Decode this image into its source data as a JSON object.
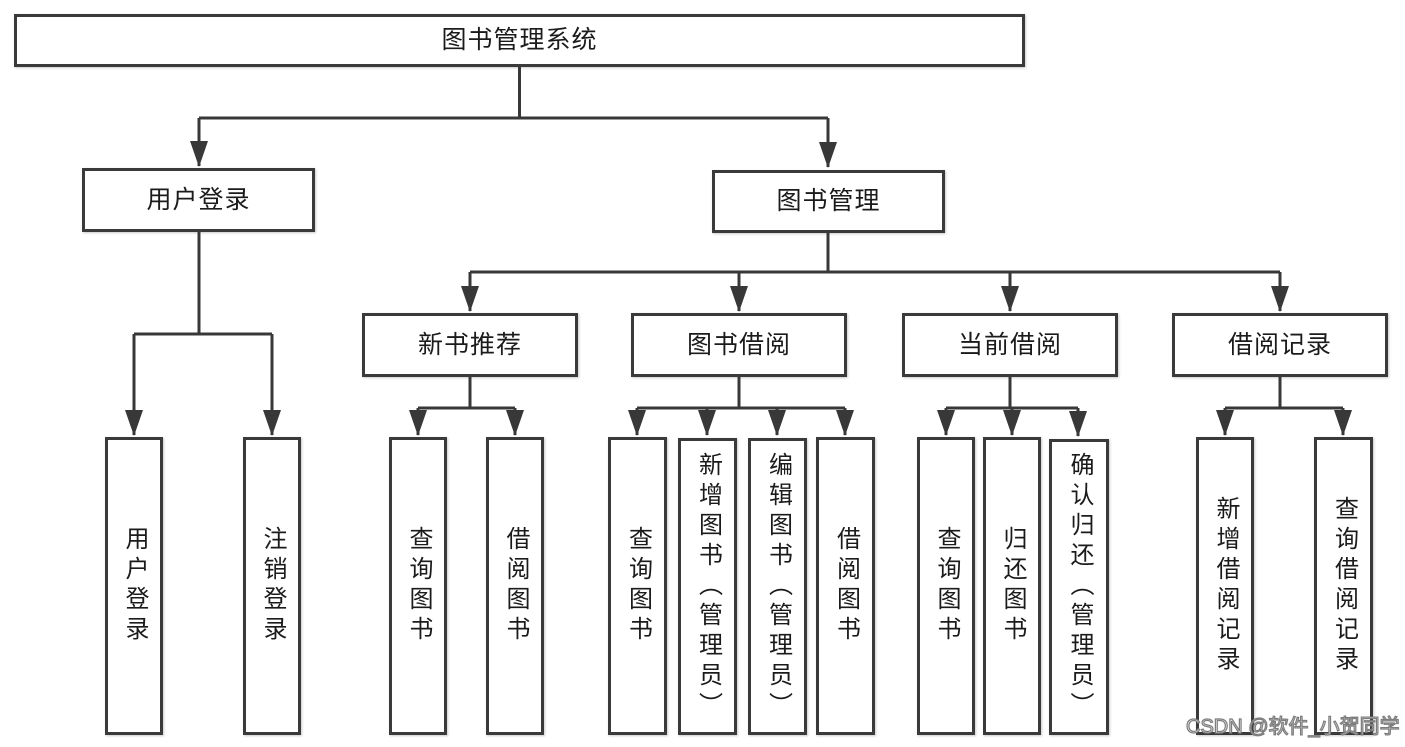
{
  "diagram": {
    "type": "tree",
    "title": "图书管理系统",
    "nodes": {
      "root": "图书管理系统",
      "l2": [
        "用户登录",
        "图书管理"
      ],
      "l3": [
        "新书推荐",
        "图书借阅",
        "当前借阅",
        "借阅记录"
      ],
      "leaves": [
        "用户登录",
        "注销登录",
        "查询图书",
        "借阅图书",
        "查询图书",
        "新增图书（管理员）",
        "编辑图书（管理员）",
        "借阅图书",
        "查询图书",
        "归还图书",
        "确认归还（管理员）",
        "新增借阅记录",
        "查询借阅记录"
      ]
    },
    "hierarchy": {
      "图书管理系统": [
        "用户登录",
        "图书管理"
      ],
      "用户登录": [
        "用户登录",
        "注销登录"
      ],
      "图书管理": [
        "新书推荐",
        "图书借阅",
        "当前借阅",
        "借阅记录"
      ],
      "新书推荐": [
        "查询图书",
        "借阅图书"
      ],
      "图书借阅": [
        "查询图书",
        "新增图书（管理员）",
        "编辑图书（管理员）",
        "借阅图书"
      ],
      "当前借阅": [
        "查询图书",
        "归还图书",
        "确认归还（管理员）"
      ],
      "借阅记录": [
        "新增借阅记录",
        "查询借阅记录"
      ]
    }
  },
  "watermark": {
    "text": "CSDN @软件_小贺同学"
  },
  "colors": {
    "background": "#ffffff",
    "line": "#383838",
    "box_border": "#3a3a3a",
    "box_fill": "#ffffff",
    "text": "#1b1b1b",
    "watermark": "#8f8f8f"
  }
}
